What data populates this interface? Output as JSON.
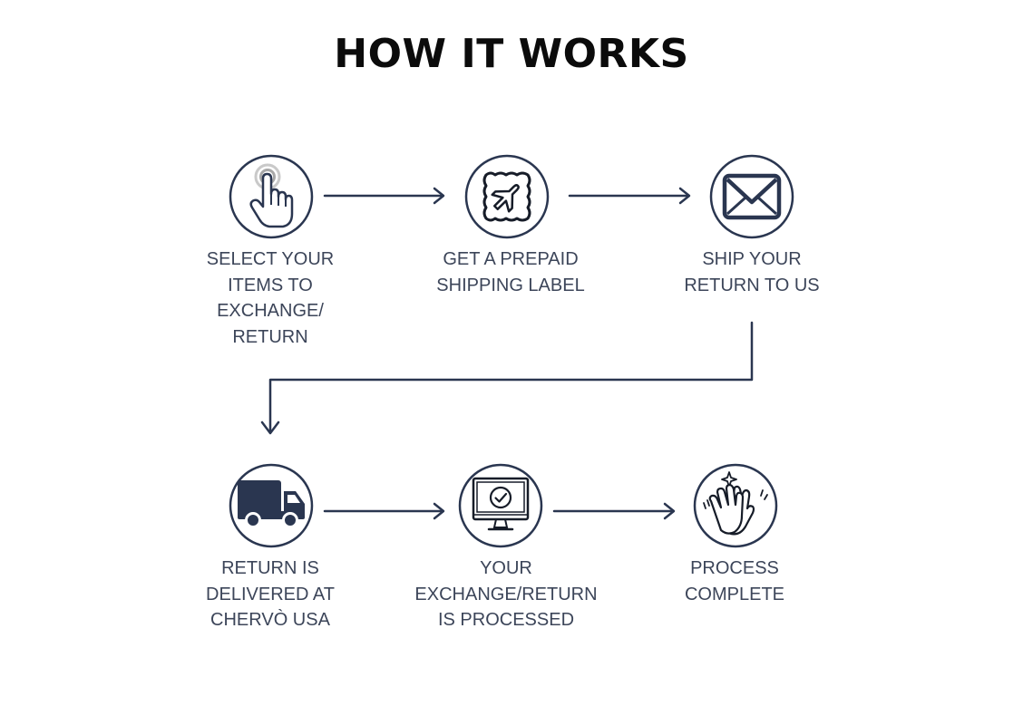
{
  "title": "HOW IT WORKS",
  "colors": {
    "ink": "#2a3650",
    "text": "#3c4559",
    "title": "#0b0b0b"
  },
  "steps": [
    {
      "icon": "tap-hand-icon",
      "label": "SELECT YOUR\nITEMS TO\nEXCHANGE/\nRETURN"
    },
    {
      "icon": "airmail-stamp-icon",
      "label": "GET A PREPAID\nSHIPPING LABEL"
    },
    {
      "icon": "envelope-icon",
      "label": "SHIP YOUR\nRETURN TO US"
    },
    {
      "icon": "delivery-truck-icon",
      "label": "RETURN IS\nDELIVERED AT\nCHERVÒ USA"
    },
    {
      "icon": "monitor-check-icon",
      "label": "YOUR\nEXCHANGE/RETURN\nIS PROCESSED"
    },
    {
      "icon": "high-five-icon",
      "label": "PROCESS\nCOMPLETE"
    }
  ]
}
